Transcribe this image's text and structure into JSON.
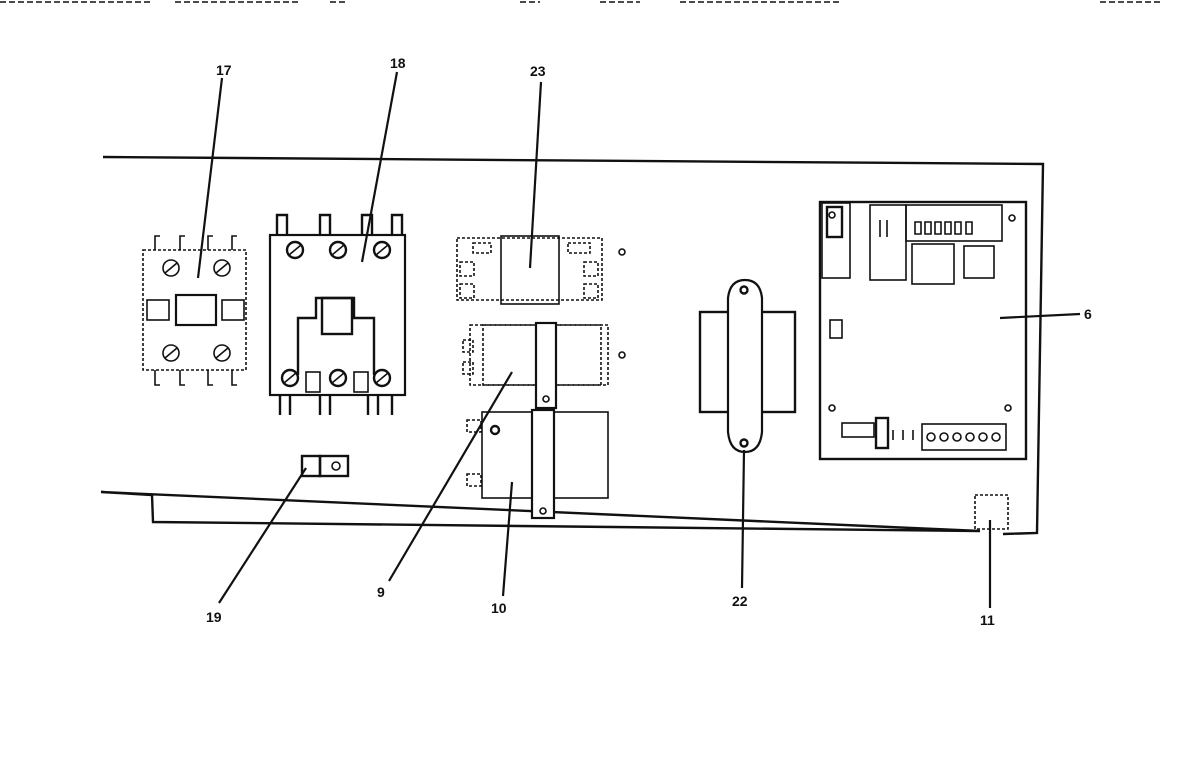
{
  "diagram": {
    "callouts": {
      "c17": "17",
      "c18": "18",
      "c23": "23",
      "c6": "6",
      "c19": "19",
      "c9": "9",
      "c10": "10",
      "c22": "22",
      "c11": "11"
    }
  }
}
